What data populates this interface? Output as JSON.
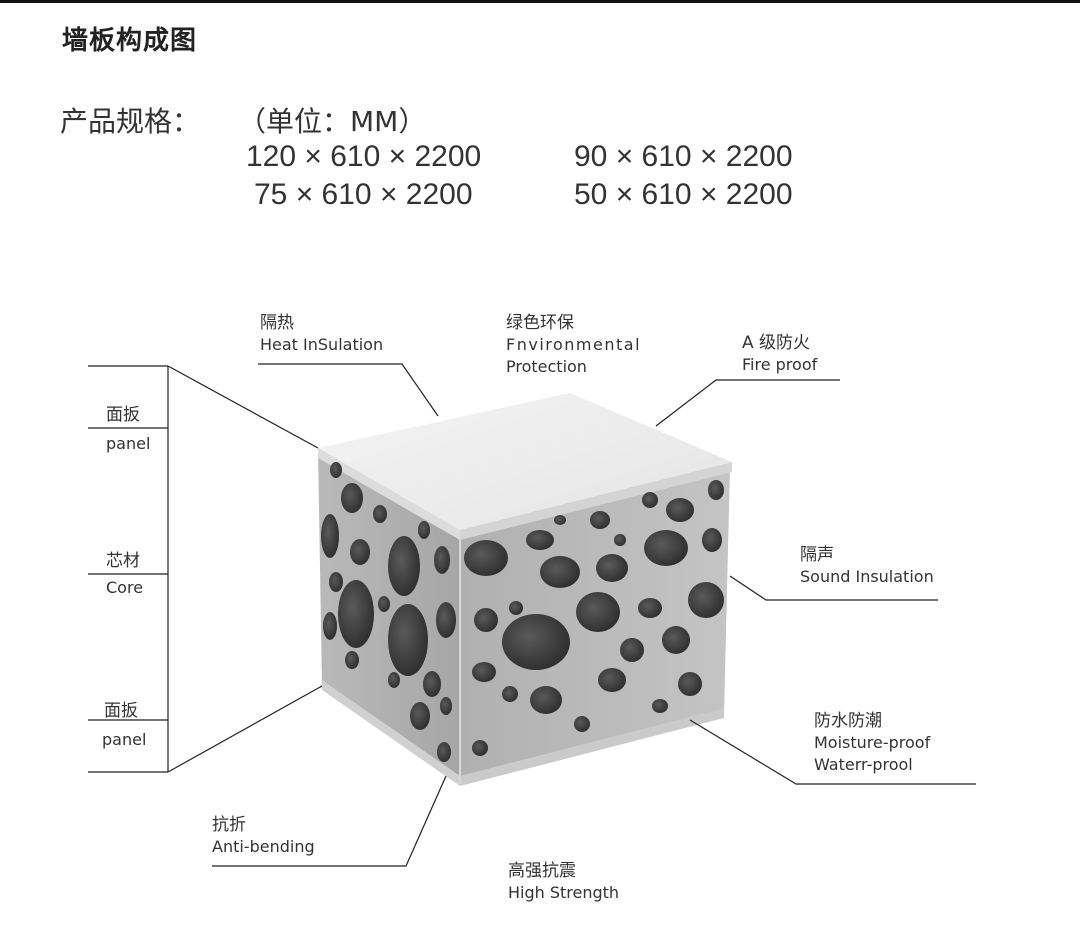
{
  "title": "墙板构成图",
  "spec": {
    "label": "产品规格：",
    "unit": "（单位：MM）",
    "sizes": [
      "120 × 610 × 2200",
      "90 × 610 × 2200",
      "75 × 610 × 2200",
      "50 × 610 × 2200"
    ]
  },
  "left_labels": {
    "panel_top_cn": "面扳",
    "panel_top_en": "panel",
    "core_cn": "芯材",
    "core_en": "Core",
    "panel_bottom_cn": "面扳",
    "panel_bottom_en": "panel"
  },
  "callouts": {
    "heat": {
      "cn": "隔热",
      "en": "Heat InSulation"
    },
    "env": {
      "cn": "绿色环保",
      "en1": "Fnvironmental",
      "en2": "Protection"
    },
    "fire": {
      "cn": "A 级防火",
      "en": "Fire proof"
    },
    "sound": {
      "cn": "隔声",
      "en": "Sound Insulation"
    },
    "moisture": {
      "cn": "防水防潮",
      "en1": "Moisture-proof",
      "en2": "Waterr-prool"
    },
    "bending": {
      "cn": "抗折",
      "en": "Anti-bending"
    },
    "strength": {
      "cn": "高强抗震",
      "en": "High Strength"
    }
  }
}
